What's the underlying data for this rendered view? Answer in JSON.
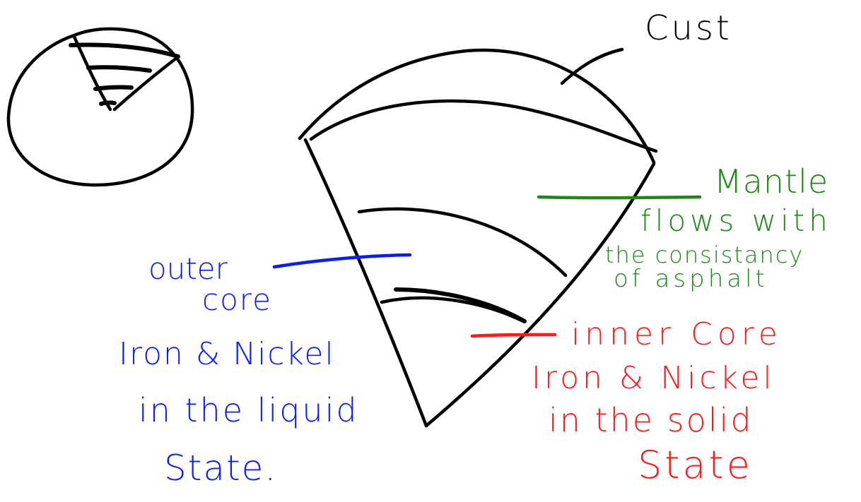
{
  "colors": {
    "ink": "#000000",
    "outer_core": "#0a1cff",
    "mantle": "#1a8a12",
    "inner_core": "#ff1a1a",
    "background": "#ffffff"
  },
  "labels": {
    "crust": "Cust",
    "mantle": {
      "title": "Mantle",
      "line1": "flows with",
      "line2": "the consistancy",
      "line3": "of asphalt"
    },
    "outer_core": {
      "title1": "outer",
      "title2": "core",
      "desc1": "Iron & Nickel",
      "desc2": "in the liquid",
      "desc3": "State."
    },
    "inner_core": {
      "title": "inner Core",
      "desc1": "Iron & Nickel",
      "desc2": "in the solid",
      "desc3": "State"
    }
  }
}
